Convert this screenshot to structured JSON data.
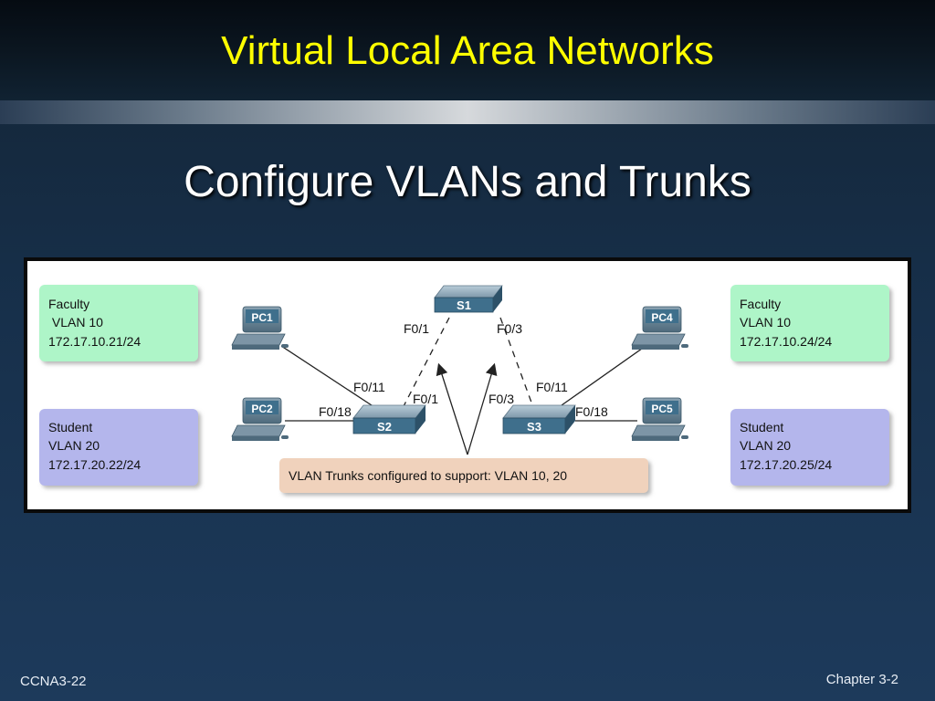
{
  "header": {
    "title": "Virtual Local Area Networks"
  },
  "slide": {
    "title": "Configure VLANs and Trunks"
  },
  "diagram": {
    "info_boxes": {
      "top_left": {
        "line1": "Faculty",
        "line2": " VLAN 10",
        "line3": "172.17.10.21/24"
      },
      "bottom_left": {
        "line1": "Student",
        "line2": "VLAN 20",
        "line3": "172.17.20.22/24"
      },
      "top_right": {
        "line1": "Faculty",
        "line2": "VLAN 10",
        "line3": "172.17.10.24/24"
      },
      "bottom_right": {
        "line1": "Student",
        "line2": "VLAN 20",
        "line3": "172.17.20.25/24"
      }
    },
    "devices": {
      "pc1": "PC1",
      "pc2": "PC2",
      "pc4": "PC4",
      "pc5": "PC5",
      "s1": "S1",
      "s2": "S2",
      "s3": "S3"
    },
    "ports": {
      "s1_left": "F0/1",
      "s1_right": "F0/3",
      "s2_f011": "F0/11",
      "s2_f018": "F0/18",
      "s2_f01": "F0/1",
      "s3_f03": "F0/3",
      "s3_f011": "F0/11",
      "s3_f018": "F0/18"
    },
    "callout": "VLAN Trunks configured to support: VLAN 10, 20",
    "colors": {
      "faculty_box": "#aef5c8",
      "student_box": "#b4b6ec",
      "callout_box": "#f0d2bc",
      "device_label": "#3f6f8c"
    }
  },
  "footer": {
    "left": "CCNA3-22",
    "right": "Chapter 3-2"
  }
}
